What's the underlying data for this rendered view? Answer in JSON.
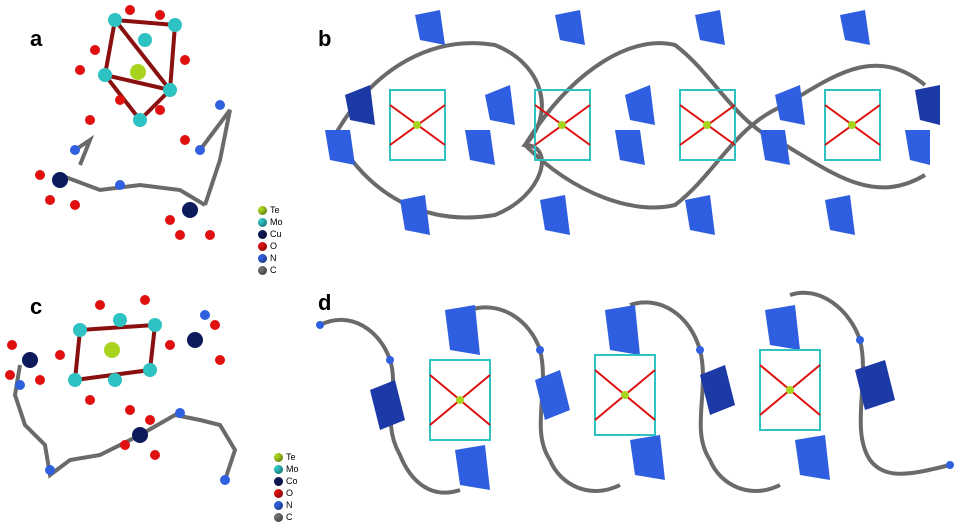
{
  "panels": [
    {
      "label": "a"
    },
    {
      "label": "b"
    },
    {
      "label": "c"
    },
    {
      "label": "d"
    }
  ],
  "legend_a": [
    {
      "element": "Te",
      "color": "#a8d41e"
    },
    {
      "element": "Mo",
      "color": "#2ec2c2"
    },
    {
      "element": "Cu",
      "color": "#0d1a5c"
    },
    {
      "element": "O",
      "color": "#e01010"
    },
    {
      "element": "N",
      "color": "#3060e0"
    },
    {
      "element": "C",
      "color": "#707070"
    }
  ],
  "legend_c": [
    {
      "element": "Te",
      "color": "#a8d41e"
    },
    {
      "element": "Mo",
      "color": "#2ec2c2"
    },
    {
      "element": "Co",
      "color": "#0d1a5c"
    },
    {
      "element": "O",
      "color": "#e01010"
    },
    {
      "element": "N",
      "color": "#3060e0"
    },
    {
      "element": "C",
      "color": "#707070"
    }
  ],
  "colors": {
    "bond": "#6a6a6a",
    "polyhedron": "#2f5fe0",
    "polyhedron_dark": "#1c3aa6"
  }
}
